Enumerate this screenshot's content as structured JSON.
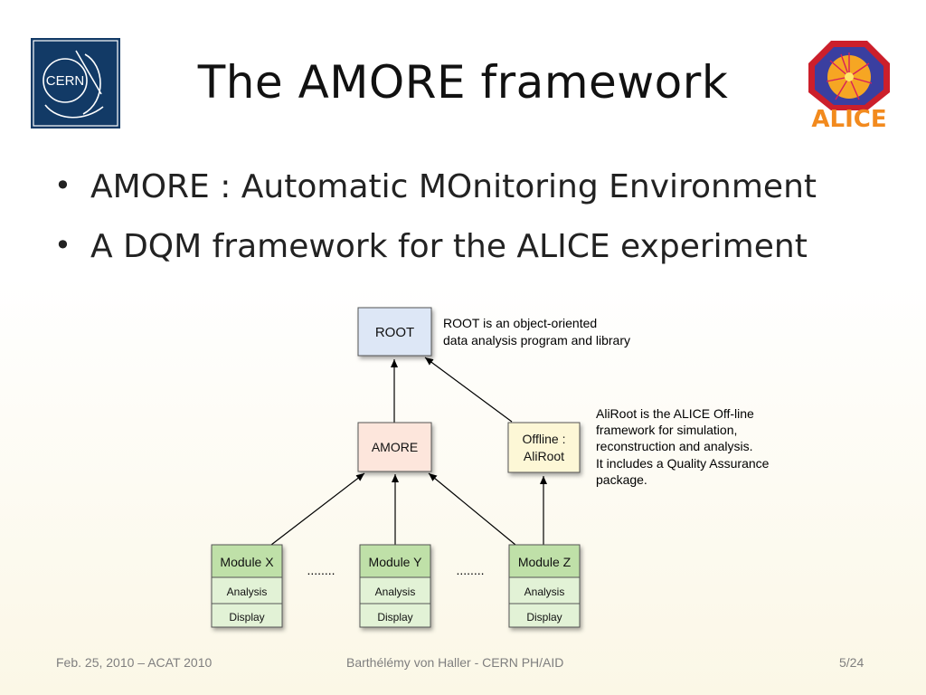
{
  "slide": {
    "title": "The AMORE framework",
    "bullets": [
      "AMORE : Automatic MOnitoring Environment",
      "A DQM framework for the ALICE experiment"
    ]
  },
  "logos": {
    "left_text": "CERN",
    "right_text": "ALICE"
  },
  "diagram": {
    "root": {
      "label": "ROOT",
      "note": [
        "ROOT is an object-oriented",
        "data analysis program and library"
      ]
    },
    "amore": {
      "label": "AMORE"
    },
    "offline": {
      "label": [
        "Offline :",
        "AliRoot"
      ],
      "note": [
        "AliRoot is the ALICE Off-line",
        "framework for simulation,",
        "reconstruction and analysis.",
        "It includes a Quality Assurance",
        "package."
      ]
    },
    "modules": [
      {
        "title": "Module X",
        "analysis": "Analysis",
        "display": "Display"
      },
      {
        "title": "Module Y",
        "analysis": "Analysis",
        "display": "Display"
      },
      {
        "title": "Module Z",
        "analysis": "Analysis",
        "display": "Display"
      }
    ],
    "ellipsis": "........",
    "colors": {
      "root_fill": "#dde7f6",
      "amore_fill": "#fde6dc",
      "offline_fill": "#fdf7d6",
      "module_header": "#bfe0a8",
      "module_body": "#e2f2d6",
      "border": "#555555"
    }
  },
  "footer": {
    "left": "Feb. 25, 2010 – ACAT 2010",
    "center": "Barthélémy von Haller - CERN PH/AID",
    "right": "5/24"
  }
}
